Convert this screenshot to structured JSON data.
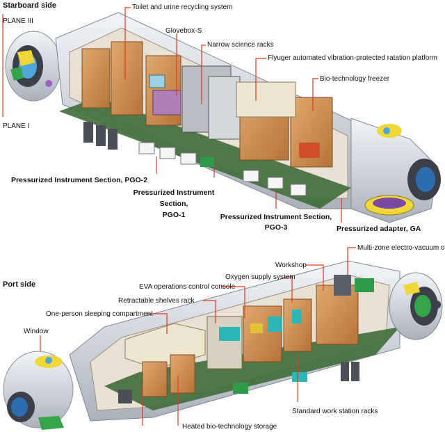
{
  "starboard": {
    "side_title": "Starboard side",
    "plane_top": "PLANE III",
    "plane_bottom": "PLANE I",
    "labels": {
      "toilet": "Toilet and urine recycling system",
      "glovebox": "Glovebox-S",
      "narrow_racks": "Narrow science racks",
      "flyuger": "Flyuger automated vibration-protected ratation platform",
      "freezer": "Bio-technology freezer",
      "pgo2": "Pressurized Instrument Section, PGO-2",
      "pgo1_line1": "Pressurized Instrument",
      "pgo1_line2": "Section,",
      "pgo1_line3": "PGO-1",
      "pgo3_line1": "Pressurized Instrument Section,",
      "pgo3_line2": "PGO-3",
      "adapter": "Pressurized adapter, GA"
    }
  },
  "port": {
    "side_title": "Port side",
    "labels": {
      "oven": "Multi-zone electro-vacuum oven",
      "workshop": "Workshop",
      "oxygen": "Oxygen supply system",
      "eva": "EVA operations control console",
      "shelves": "Retractable shelves rack",
      "sleeping": "One-person sleeping compartment",
      "window": "Window",
      "workstation": "Standard work station racks",
      "heated_storage": "Heated bio-technology storage"
    }
  },
  "colors": {
    "leader": "#e8361e",
    "hull": "#d9dde3",
    "floor_green": "#3f6b3a",
    "rack_orange": "#c98a4f"
  }
}
